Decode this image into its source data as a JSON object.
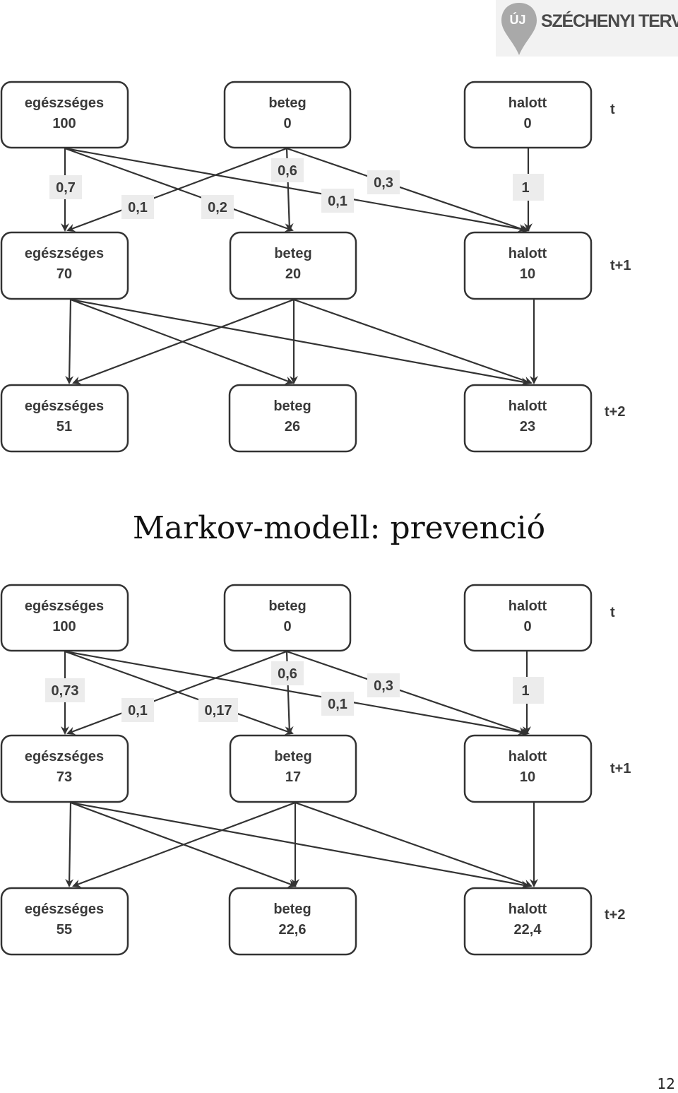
{
  "logo": {
    "prefix": "ÚJ",
    "text": "SZÉCHENYI TERV"
  },
  "heading": "Markov-modell: prevenció",
  "page_number": "12",
  "time_labels": [
    "t",
    "t+1",
    "t+2"
  ],
  "diagrams": [
    {
      "rows": [
        {
          "nodes": [
            {
              "name": "egészséges",
              "value": "100"
            },
            {
              "name": "beteg",
              "value": "0"
            },
            {
              "name": "halott",
              "value": "0"
            }
          ]
        },
        {
          "nodes": [
            {
              "name": "egészséges",
              "value": "70"
            },
            {
              "name": "beteg",
              "value": "20"
            },
            {
              "name": "halott",
              "value": "10"
            }
          ]
        },
        {
          "nodes": [
            {
              "name": "egészséges",
              "value": "51"
            },
            {
              "name": "beteg",
              "value": "26"
            },
            {
              "name": "halott",
              "value": "23"
            }
          ]
        }
      ],
      "probabilities": {
        "healthy_to_healthy": "0,7",
        "sick_to_healthy": "0,1",
        "healthy_to_sick": "0,2",
        "sick_to_sick": "0,6",
        "healthy_to_dead": "0,1",
        "sick_to_dead": "0,3",
        "dead_to_dead": "1"
      }
    },
    {
      "rows": [
        {
          "nodes": [
            {
              "name": "egészséges",
              "value": "100"
            },
            {
              "name": "beteg",
              "value": "0"
            },
            {
              "name": "halott",
              "value": "0"
            }
          ]
        },
        {
          "nodes": [
            {
              "name": "egészséges",
              "value": "73"
            },
            {
              "name": "beteg",
              "value": "17"
            },
            {
              "name": "halott",
              "value": "10"
            }
          ]
        },
        {
          "nodes": [
            {
              "name": "egészséges",
              "value": "55"
            },
            {
              "name": "beteg",
              "value": "22,6"
            },
            {
              "name": "halott",
              "value": "22,4"
            }
          ]
        }
      ],
      "probabilities": {
        "healthy_to_healthy": "0,73",
        "sick_to_healthy": "0,1",
        "healthy_to_sick": "0,17",
        "sick_to_sick": "0,6",
        "healthy_to_dead": "0,1",
        "sick_to_dead": "0,3",
        "dead_to_dead": "1"
      }
    }
  ]
}
